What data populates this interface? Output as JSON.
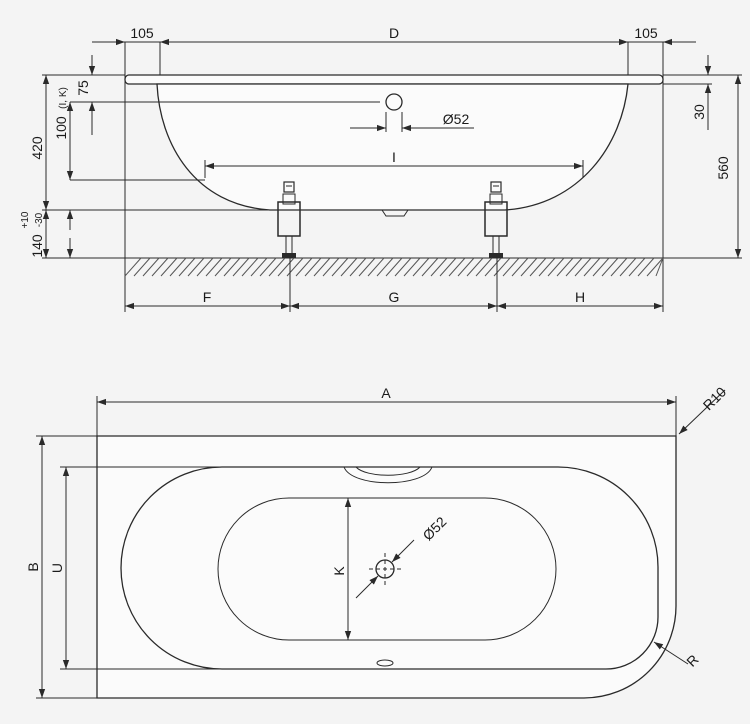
{
  "side_view": {
    "dim_left_margin": "105",
    "dim_D": "D",
    "dim_right_margin": "105",
    "dim_75": "75",
    "dim_100": "100",
    "dim_100_note": "(I, K)",
    "dim_420": "420",
    "dim_140": "140",
    "dim_140_upper_tol": "+10",
    "dim_140_lower_tol": "-30",
    "dim_drain_diameter": "Ø52",
    "dim_I": "I",
    "dim_30": "30",
    "dim_560": "560",
    "dim_F": "F",
    "dim_G": "G",
    "dim_H": "H"
  },
  "top_view": {
    "dim_A": "A",
    "dim_R10": "R10",
    "dim_B": "B",
    "dim_U": "U",
    "dim_K": "K",
    "dim_drain_diameter": "Ø52",
    "dim_R": "R"
  },
  "colors": {
    "line": "#2a2a2a",
    "background": "#f4f4f4"
  }
}
